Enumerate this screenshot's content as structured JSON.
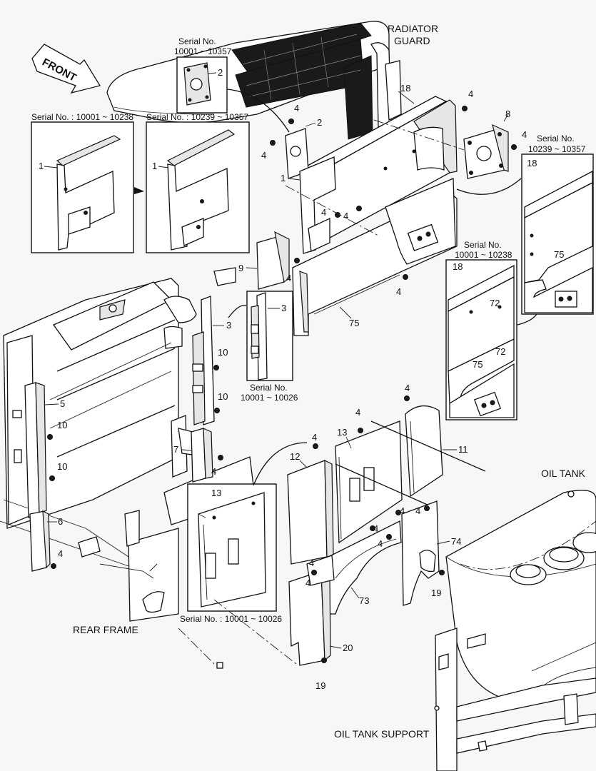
{
  "areas": {
    "radiator_guard_l1": "RADIATOR",
    "radiator_guard_l2": "GUARD",
    "oil_tank": "OIL TANK",
    "rear_frame": "REAR FRAME",
    "oil_tank_support": "OIL TANK SUPPORT",
    "front": "FRONT"
  },
  "serials": {
    "s_top_l1": "Serial No.",
    "s_top_l2": "10001 ~ 10357",
    "s_left": "Serial No. : 10001 ~ 10238",
    "s_mid": "Serial No. : 10239 ~ 10357",
    "s_right_l1": "Serial No.",
    "s_right_l2": "10239 ~ 10357",
    "s_right2_l1": "Serial No.",
    "s_right2_l2": "10001 ~ 10238",
    "s_center_l1": "Serial No.",
    "s_center_l2": "10001 ~ 10026",
    "s_bottom": "Serial No. : 10001 ~ 10026"
  },
  "callouts": {
    "c1": "1",
    "c2": "2",
    "c3": "3",
    "c4": "4",
    "c5": "5",
    "c6": "6",
    "c7": "7",
    "c8": "8",
    "c9": "9",
    "c10": "10",
    "c11": "11",
    "c12": "12",
    "c13": "13",
    "c18": "18",
    "c19": "19",
    "c20": "20",
    "c72": "72",
    "c73": "73",
    "c74": "74",
    "c75": "75"
  }
}
